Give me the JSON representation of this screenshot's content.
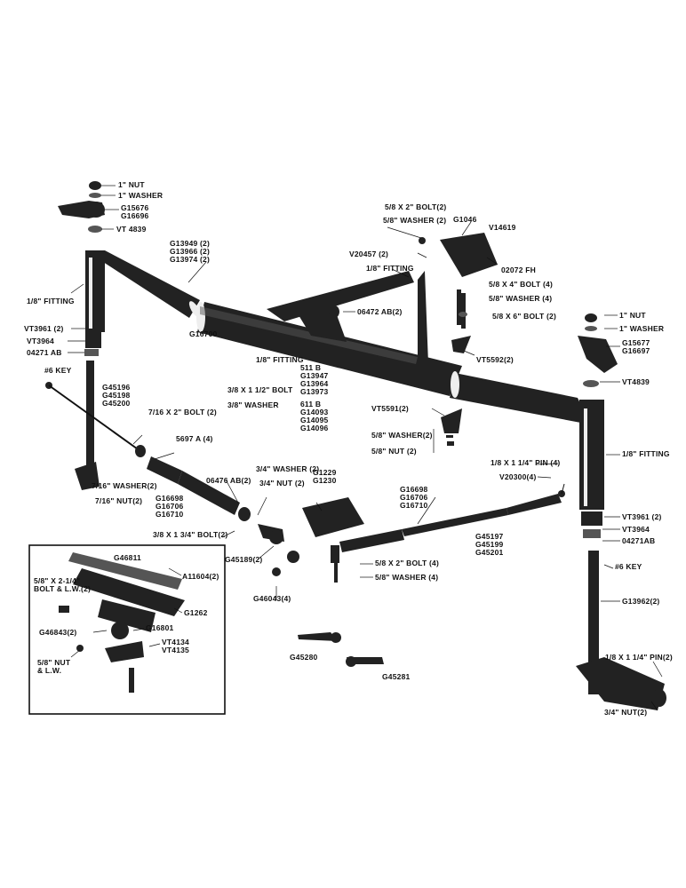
{
  "labels": {
    "l_nut": "1\" NUT",
    "l_washer": "1\" WASHER",
    "l_g15676": [
      "G15676",
      "G16696"
    ],
    "l_vt4839": "VT 4839",
    "l_fitting1": "1/8\" FITTING",
    "l_vt3961": "VT3961 (2)",
    "l_vt3964": "VT3964",
    "l_04271": "04271 AB",
    "l_key": "#6 KEY",
    "l_g13949": [
      "G13949 (2)",
      "G13966 (2)",
      "G13974 (2)"
    ],
    "l_bolt2": "5/8 X 2\" BOLT(2)",
    "l_washer2": "5/8\" WASHER (2)",
    "l_g1046": "G1046",
    "l_v14619": "V14619",
    "l_v20457": "V20457 (2)",
    "l_fitting2": "1/8\" FITTING",
    "l_02072": "02072 FH",
    "l_bolt4": "5/8 X 4\" BOLT (4)",
    "l_washer4": "5/8\" WASHER (4)",
    "l_bolt6": "5/8 X 6\" BOLT (2)",
    "l_06472": "06472 AB(2)",
    "l_g16700": "G16700",
    "l_fitting3": "1/8\" FITTING",
    "l_bolt112": "3/8 X 1 1/2\" BOLT",
    "l_washer38": "3/8\" WASHER",
    "l_511b": [
      "511 B",
      "G13947",
      "G13964",
      "G13973"
    ],
    "l_611b": [
      "611 B",
      "G14093",
      "G14095",
      "G14096"
    ],
    "l_vt5592": "VT5592(2)",
    "l_vt5591": "VT5591(2)",
    "l_washer2b": "5/8\" WASHER(2)",
    "l_nut2": "5/8\" NUT (2)",
    "l_g45196": [
      "G45196",
      "G45198",
      "G45200"
    ],
    "l_bolt716": "7/16 X 2\" BOLT (2)",
    "l_5697": "5697 A (4)",
    "l_06476": "06476 AB(2)",
    "l_washer34": "3/4\" WASHER (2)",
    "l_nut34": "3/4\" NUT (2)",
    "l_washer716": "7/16\" WASHER(2)",
    "l_nut716": "7/16\" NUT(2)",
    "l_g16698a": [
      "G16698",
      "G16706",
      "G16710"
    ],
    "l_bolt3834": "3/8 X 1 3/4\" BOLT(2)",
    "l_g1229": [
      "G1229",
      "G1230"
    ],
    "l_g16698b": [
      "G16698",
      "G16706",
      "G16710"
    ],
    "l_g45189": "G45189(2)",
    "l_bolt582": "5/8 X 2\" BOLT (4)",
    "l_washer58": "5/8\" WASHER (4)",
    "l_g46043": "G46043(4)",
    "l_g45197": [
      "G45197",
      "G45199",
      "G45201"
    ],
    "l_pin": "1/8 X 1 1/4\" PIN (4)",
    "l_v20300": "V20300(4)",
    "l_nut_r": "1\" NUT",
    "l_washer_r": "1\" WASHER",
    "l_g15677": [
      "G15677",
      "G16697"
    ],
    "l_vt4839r": "VT4839",
    "l_fitting_r": "1/8\" FITTING",
    "l_vt3961r": "VT3961 (2)",
    "l_vt3964r": "VT3964",
    "l_04271r": "04271AB",
    "l_key_r": "#6 KEY",
    "l_g13962": "G13962(2)",
    "l_pin2": "1/8 X 1 1/4\" PIN(2)",
    "l_nut34r": "3/4\" NUT(2)",
    "l_g46811": "G46811",
    "l_a11604": "A11604(2)",
    "l_bolt58lw": [
      "5/8\" X 2-1/4\"",
      "BOLT & L.W.(2)"
    ],
    "l_g1262": "G1262",
    "l_g46843": "G46843(2)",
    "l_g16801": "G16801",
    "l_vt4134": [
      "VT4134",
      "VT4135"
    ],
    "l_nutlw": [
      "5/8\" NUT",
      "& L.W."
    ],
    "l_g45280": "G45280",
    "l_g45281": "G45281"
  }
}
